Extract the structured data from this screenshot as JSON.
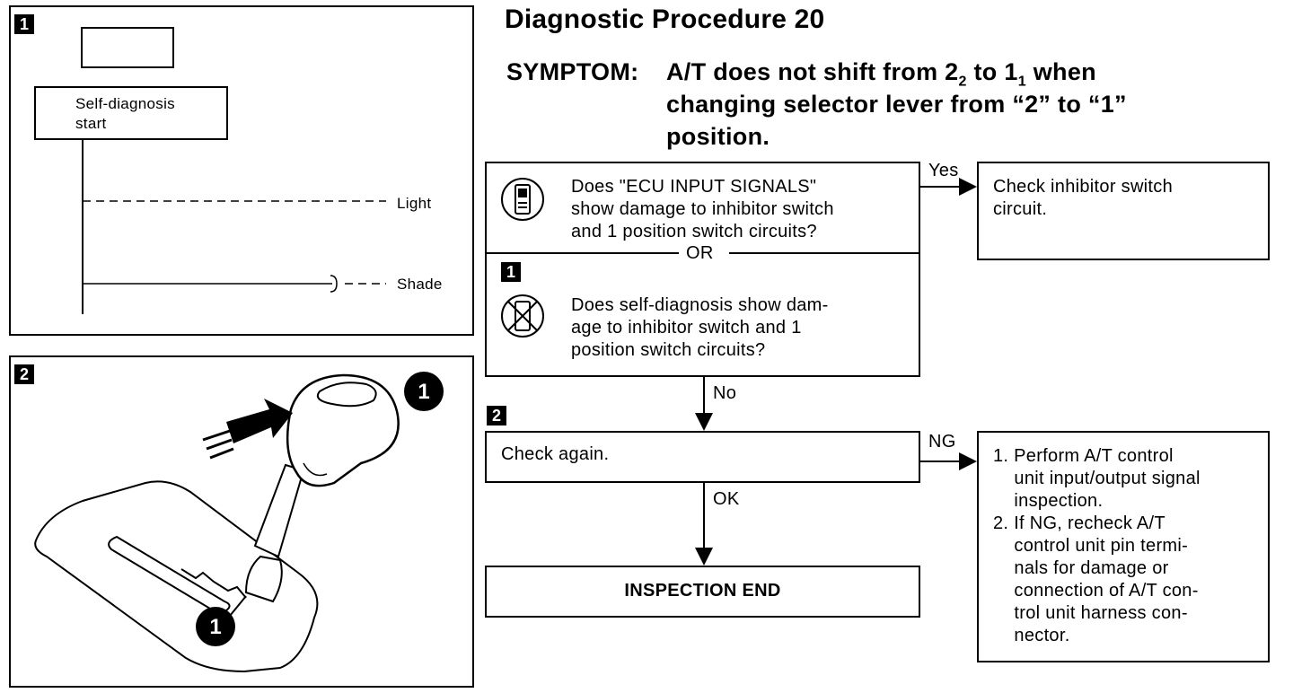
{
  "panel1": {
    "tag": "1",
    "start_label_line1": "Self-diagnosis",
    "start_label_line2": "start",
    "light_label": "Light",
    "shade_label": "Shade"
  },
  "panel2": {
    "tag": "2",
    "callout": "1"
  },
  "header": {
    "title": "Diagnostic Procedure 20",
    "symptom_label": "SYMPTOM:",
    "symptom_line1_pre": "A/T does not shift from 2",
    "symptom_sub1": "2",
    "symptom_line1_mid": " to 1",
    "symptom_sub2": "1",
    "symptom_line1_post": " when",
    "symptom_line2": "changing selector lever from “2” to “1”",
    "symptom_line3": "position."
  },
  "flow": {
    "q1_line1": "Does \"ECU INPUT SIGNALS\"",
    "q1_line2": "show damage to inhibitor switch",
    "q1_line3": "and 1 position switch circuits?",
    "or_label": "OR",
    "q2_tag": "1",
    "q2_line1": "Does self-diagnosis show dam-",
    "q2_line2": "age to inhibitor switch and 1",
    "q2_line3": "position switch circuits?",
    "yes_label": "Yes",
    "yes_box_line1": "Check inhibitor switch",
    "yes_box_line2": "circuit.",
    "no_label": "No",
    "step2_tag": "2",
    "check_again": "Check again.",
    "ng_label": "NG",
    "ok_label": "OK",
    "inspection_end": "INSPECTION END",
    "ng_box": [
      "1. Perform A/T control",
      "    unit input/output signal",
      "    inspection.",
      "2. If NG, recheck A/T",
      "    control unit pin termi-",
      "    nals for damage or",
      "    connection of A/T con-",
      "    trol unit harness con-",
      "    nector."
    ]
  }
}
